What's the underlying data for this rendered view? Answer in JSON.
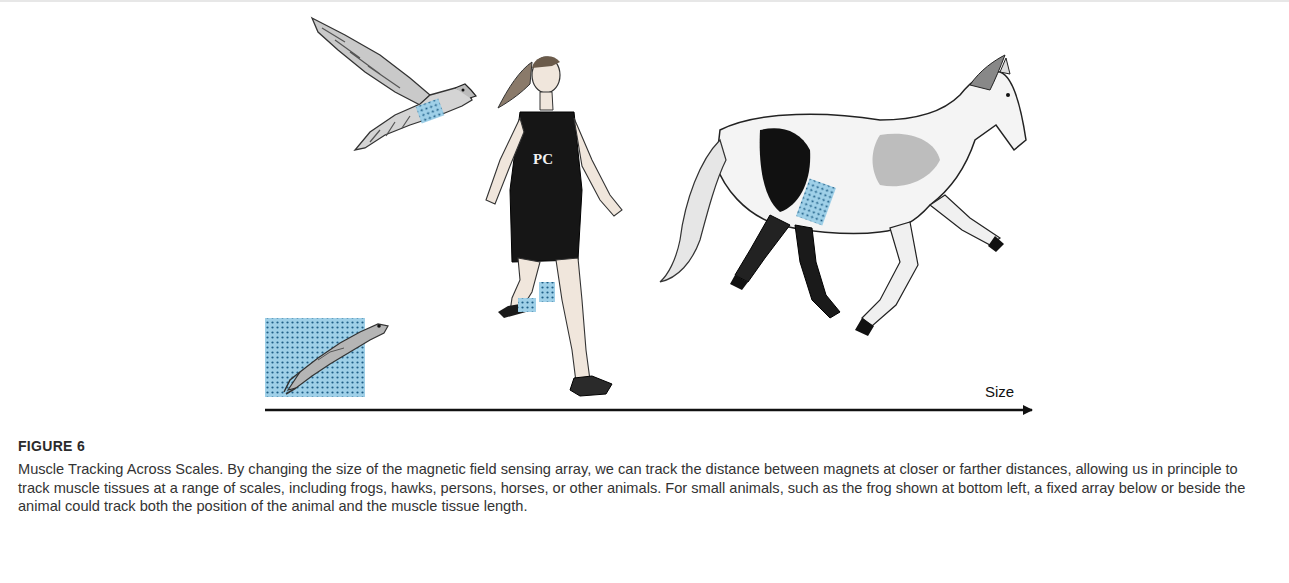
{
  "diagram": {
    "title": "FIGURE 6",
    "caption": "Muscle Tracking Across Scales. By changing the size of the magnetic field sensing array, we can track the distance between magnets at closer or farther distances, allowing us in principle to track muscle tissues at a range of scales, including frogs, hawks, persons, horses, or other animals. For small animals, such as the frog shown at bottom left, a fixed array below or beside the animal could track both the position of the animal and the muscle tissue length.",
    "labels": [
      "Size",
      "PC"
    ]
  }
}
